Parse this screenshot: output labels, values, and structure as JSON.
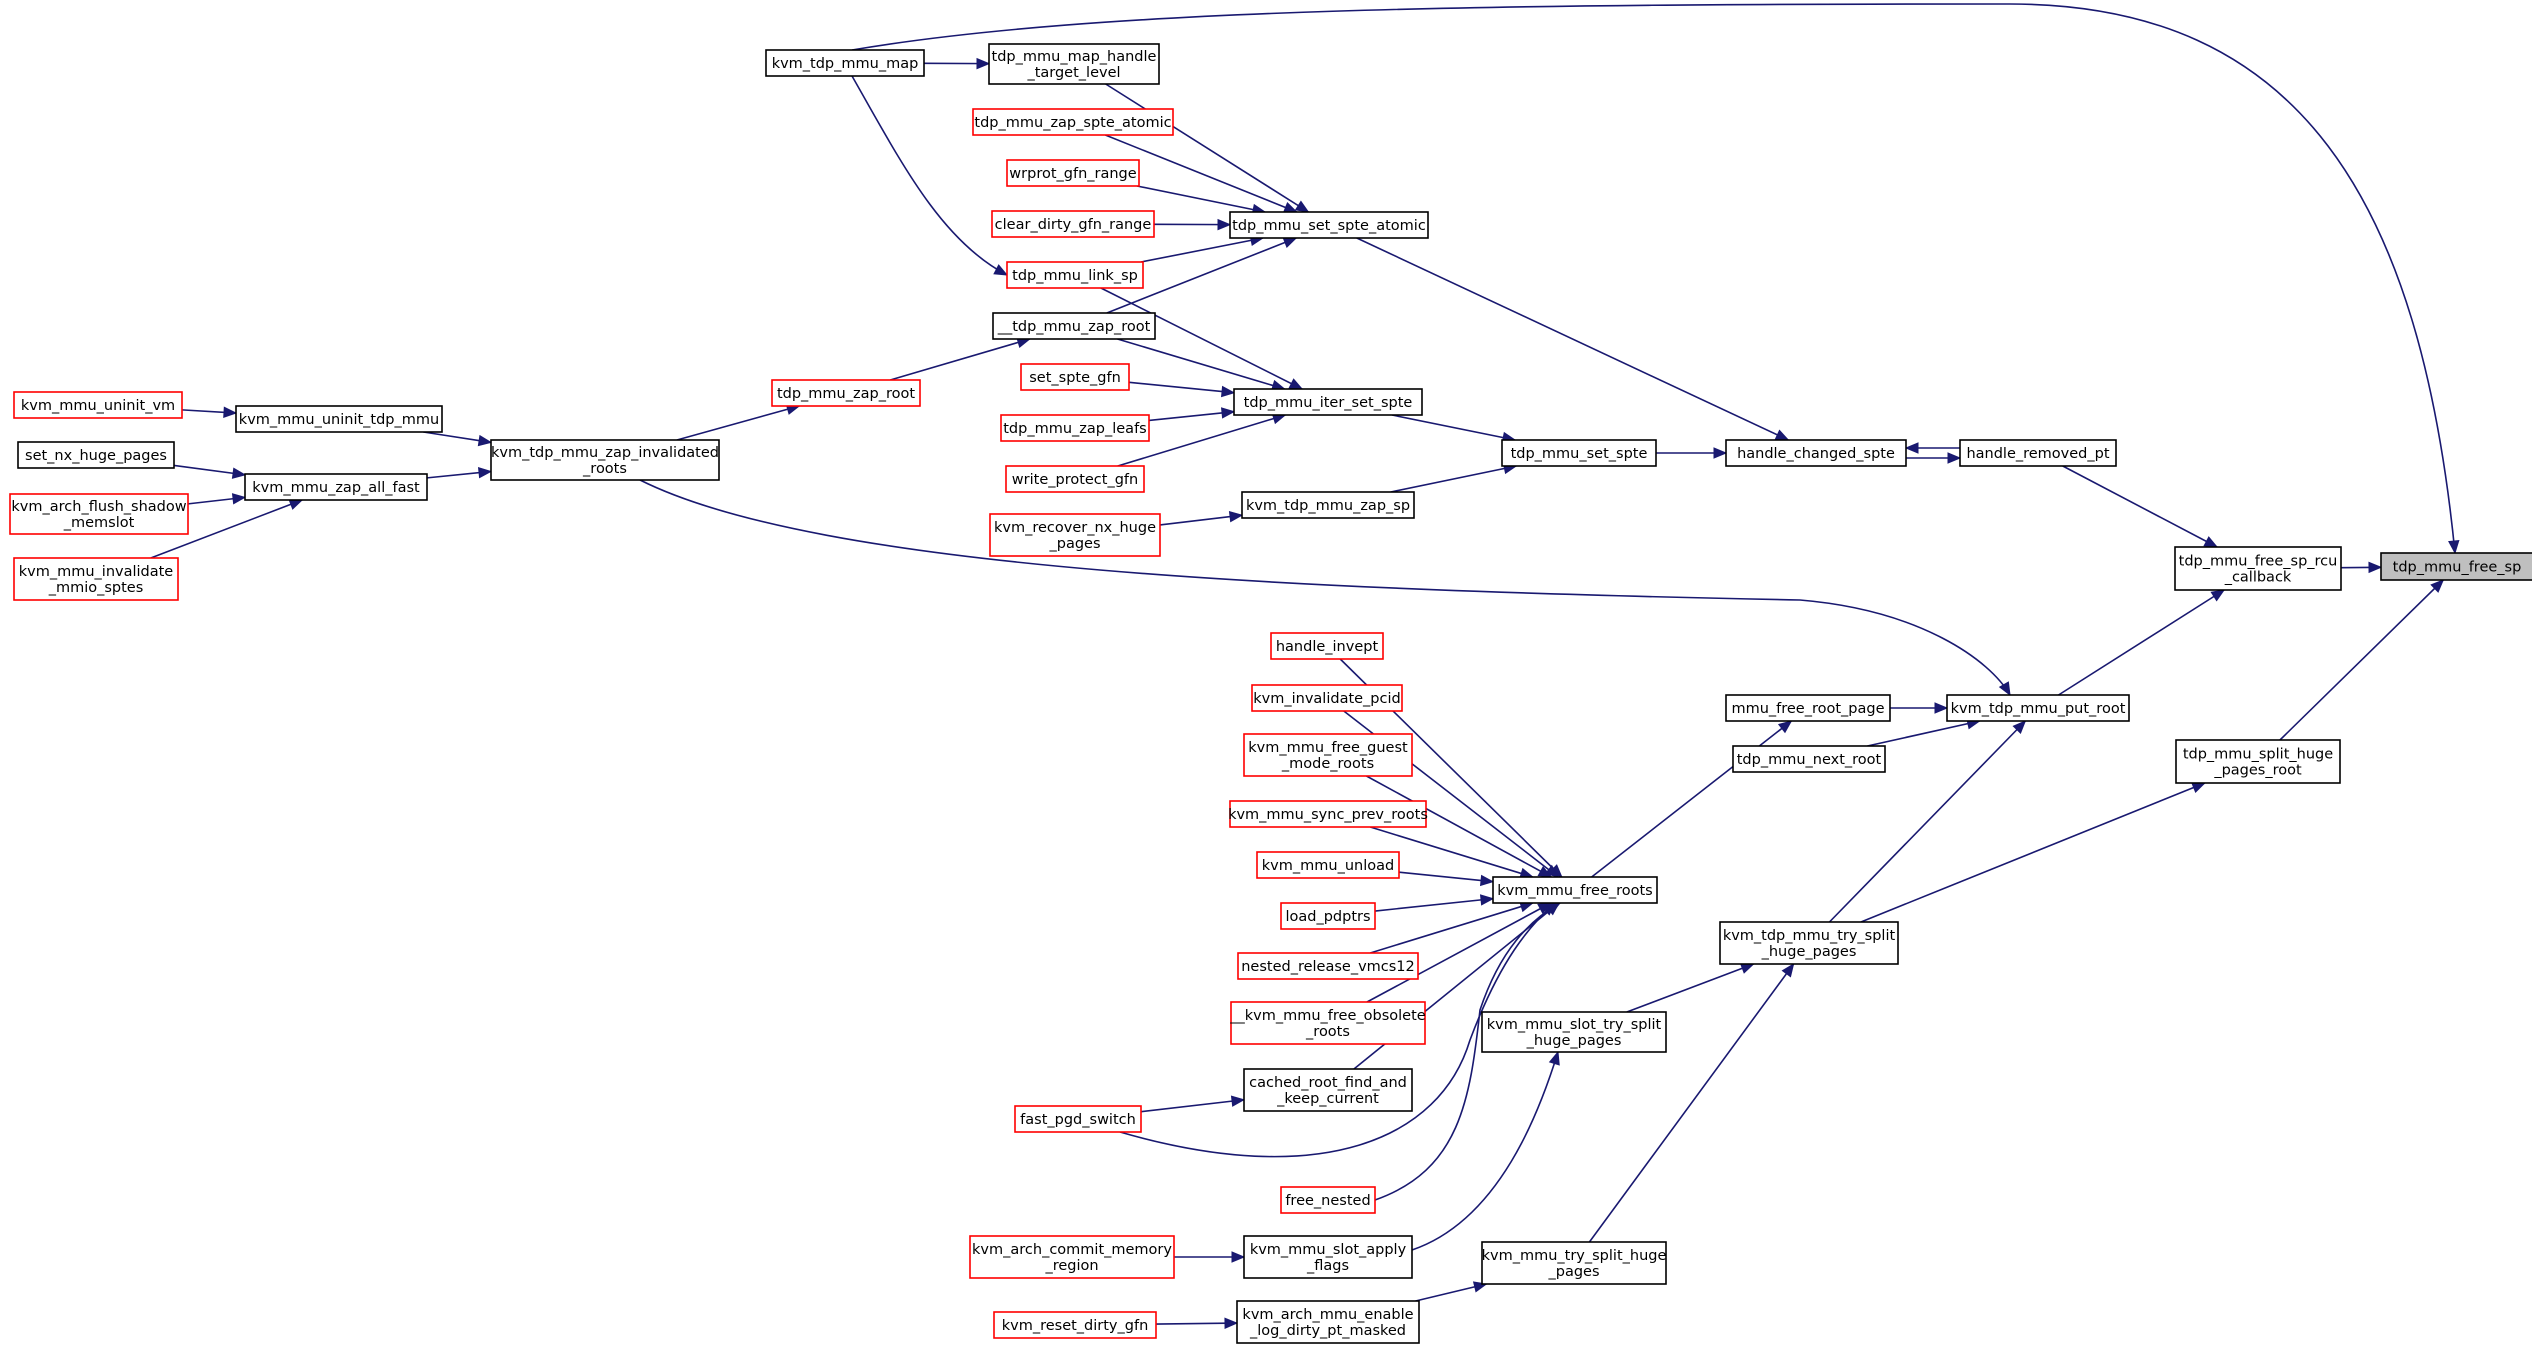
{
  "title": "tdp_mmu_free_sp",
  "colors": {
    "edge": "#191970",
    "node_border": "#000000",
    "node_border_truncated": "#ff0000",
    "selected_fill": "#bfbfbf",
    "node_fill": "#ffffff"
  },
  "nodes": [
    {
      "id": "tdp_mmu_free_sp",
      "lines": [
        "tdp_mmu_free_sp"
      ],
      "style": "selected"
    },
    {
      "id": "tdp_mmu_free_sp_rcu_callback",
      "lines": [
        "tdp_mmu_free_sp_rcu",
        "_callback"
      ],
      "style": "normal"
    },
    {
      "id": "tdp_mmu_split_huge_pages_root",
      "lines": [
        "tdp_mmu_split_huge",
        "_pages_root"
      ],
      "style": "normal"
    },
    {
      "id": "kvm_tdp_mmu_map",
      "lines": [
        "kvm_tdp_mmu_map"
      ],
      "style": "normal"
    },
    {
      "id": "handle_removed_pt",
      "lines": [
        "handle_removed_pt"
      ],
      "style": "normal"
    },
    {
      "id": "kvm_tdp_mmu_put_root",
      "lines": [
        "kvm_tdp_mmu_put_root"
      ],
      "style": "normal"
    },
    {
      "id": "handle_changed_spte",
      "lines": [
        "handle_changed_spte"
      ],
      "style": "normal"
    },
    {
      "id": "tdp_mmu_set_spte",
      "lines": [
        "tdp_mmu_set_spte"
      ],
      "style": "normal"
    },
    {
      "id": "tdp_mmu_set_spte_atomic",
      "lines": [
        "tdp_mmu_set_spte_atomic"
      ],
      "style": "normal"
    },
    {
      "id": "tdp_mmu_iter_set_spte",
      "lines": [
        "tdp_mmu_iter_set_spte"
      ],
      "style": "normal"
    },
    {
      "id": "kvm_tdp_mmu_zap_sp",
      "lines": [
        "kvm_tdp_mmu_zap_sp"
      ],
      "style": "normal"
    },
    {
      "id": "tdp_mmu_map_handle_target_level",
      "lines": [
        "tdp_mmu_map_handle",
        "_target_level"
      ],
      "style": "normal"
    },
    {
      "id": "tdp_mmu_zap_spte_atomic",
      "lines": [
        "tdp_mmu_zap_spte_atomic"
      ],
      "style": "truncated"
    },
    {
      "id": "wrprot_gfn_range",
      "lines": [
        "wrprot_gfn_range"
      ],
      "style": "truncated"
    },
    {
      "id": "clear_dirty_gfn_range",
      "lines": [
        "clear_dirty_gfn_range"
      ],
      "style": "truncated"
    },
    {
      "id": "tdp_mmu_link_sp",
      "lines": [
        "tdp_mmu_link_sp"
      ],
      "style": "truncated"
    },
    {
      "id": "__tdp_mmu_zap_root",
      "lines": [
        "__tdp_mmu_zap_root"
      ],
      "style": "normal"
    },
    {
      "id": "set_spte_gfn",
      "lines": [
        "set_spte_gfn"
      ],
      "style": "truncated"
    },
    {
      "id": "tdp_mmu_zap_leafs",
      "lines": [
        "tdp_mmu_zap_leafs"
      ],
      "style": "truncated"
    },
    {
      "id": "write_protect_gfn",
      "lines": [
        "write_protect_gfn"
      ],
      "style": "truncated"
    },
    {
      "id": "kvm_recover_nx_huge_pages",
      "lines": [
        "kvm_recover_nx_huge",
        "_pages"
      ],
      "style": "truncated"
    },
    {
      "id": "tdp_mmu_zap_root",
      "lines": [
        "tdp_mmu_zap_root"
      ],
      "style": "truncated"
    },
    {
      "id": "kvm_tdp_mmu_zap_invalidated_roots",
      "lines": [
        "kvm_tdp_mmu_zap_invalidated",
        "_roots"
      ],
      "style": "normal"
    },
    {
      "id": "kvm_mmu_uninit_tdp_mmu",
      "lines": [
        "kvm_mmu_uninit_tdp_mmu"
      ],
      "style": "normal"
    },
    {
      "id": "kvm_mmu_zap_all_fast",
      "lines": [
        "kvm_mmu_zap_all_fast"
      ],
      "style": "normal"
    },
    {
      "id": "kvm_mmu_uninit_vm",
      "lines": [
        "kvm_mmu_uninit_vm"
      ],
      "style": "truncated"
    },
    {
      "id": "set_nx_huge_pages",
      "lines": [
        "set_nx_huge_pages"
      ],
      "style": "normal"
    },
    {
      "id": "kvm_arch_flush_shadow_memslot",
      "lines": [
        "kvm_arch_flush_shadow",
        "_memslot"
      ],
      "style": "truncated"
    },
    {
      "id": "kvm_mmu_invalidate_mmio_sptes",
      "lines": [
        "kvm_mmu_invalidate",
        "_mmio_sptes"
      ],
      "style": "truncated"
    },
    {
      "id": "mmu_free_root_page",
      "lines": [
        "mmu_free_root_page"
      ],
      "style": "normal"
    },
    {
      "id": "tdp_mmu_next_root",
      "lines": [
        "tdp_mmu_next_root"
      ],
      "style": "normal"
    },
    {
      "id": "kvm_tdp_mmu_try_split_huge_pages",
      "lines": [
        "kvm_tdp_mmu_try_split",
        "_huge_pages"
      ],
      "style": "normal"
    },
    {
      "id": "kvm_mmu_free_roots",
      "lines": [
        "kvm_mmu_free_roots"
      ],
      "style": "normal"
    },
    {
      "id": "kvm_mmu_slot_try_split_huge_pages",
      "lines": [
        "kvm_mmu_slot_try_split",
        "_huge_pages"
      ],
      "style": "normal"
    },
    {
      "id": "kvm_mmu_try_split_huge_pages",
      "lines": [
        "kvm_mmu_try_split_huge",
        "_pages"
      ],
      "style": "normal"
    },
    {
      "id": "handle_invept",
      "lines": [
        "handle_invept"
      ],
      "style": "truncated"
    },
    {
      "id": "kvm_invalidate_pcid",
      "lines": [
        "kvm_invalidate_pcid"
      ],
      "style": "truncated"
    },
    {
      "id": "kvm_mmu_free_guest_mode_roots",
      "lines": [
        "kvm_mmu_free_guest",
        "_mode_roots"
      ],
      "style": "truncated"
    },
    {
      "id": "kvm_mmu_sync_prev_roots",
      "lines": [
        "kvm_mmu_sync_prev_roots"
      ],
      "style": "truncated"
    },
    {
      "id": "kvm_mmu_unload",
      "lines": [
        "kvm_mmu_unload"
      ],
      "style": "truncated"
    },
    {
      "id": "load_pdptrs",
      "lines": [
        "load_pdptrs"
      ],
      "style": "truncated"
    },
    {
      "id": "nested_release_vmcs12",
      "lines": [
        "nested_release_vmcs12"
      ],
      "style": "truncated"
    },
    {
      "id": "__kvm_mmu_free_obsolete_roots",
      "lines": [
        "__kvm_mmu_free_obsolete",
        "_roots"
      ],
      "style": "truncated"
    },
    {
      "id": "cached_root_find_and_keep_current",
      "lines": [
        "cached_root_find_and",
        "_keep_current"
      ],
      "style": "normal"
    },
    {
      "id": "fast_pgd_switch",
      "lines": [
        "fast_pgd_switch"
      ],
      "style": "truncated"
    },
    {
      "id": "free_nested",
      "lines": [
        "free_nested"
      ],
      "style": "truncated"
    },
    {
      "id": "kvm_mmu_slot_apply_flags",
      "lines": [
        "kvm_mmu_slot_apply",
        "_flags"
      ],
      "style": "normal"
    },
    {
      "id": "kvm_arch_commit_memory_region",
      "lines": [
        "kvm_arch_commit_memory",
        "_region"
      ],
      "style": "truncated"
    },
    {
      "id": "kvm_arch_mmu_enable_log_dirty_pt_masked",
      "lines": [
        "kvm_arch_mmu_enable",
        "_log_dirty_pt_masked"
      ],
      "style": "normal"
    },
    {
      "id": "kvm_reset_dirty_gfn",
      "lines": [
        "kvm_reset_dirty_gfn"
      ],
      "style": "truncated"
    }
  ],
  "edges": [
    [
      "tdp_mmu_free_sp_rcu_callback",
      "tdp_mmu_free_sp"
    ],
    [
      "kvm_tdp_mmu_map",
      "tdp_mmu_free_sp"
    ],
    [
      "tdp_mmu_split_huge_pages_root",
      "tdp_mmu_free_sp"
    ],
    [
      "handle_removed_pt",
      "tdp_mmu_free_sp_rcu_callback"
    ],
    [
      "kvm_tdp_mmu_put_root",
      "tdp_mmu_free_sp_rcu_callback"
    ],
    [
      "handle_changed_spte",
      "handle_removed_pt"
    ],
    [
      "handle_removed_pt",
      "handle_changed_spte"
    ],
    [
      "tdp_mmu_set_spte",
      "handle_changed_spte"
    ],
    [
      "tdp_mmu_set_spte_atomic",
      "handle_changed_spte"
    ],
    [
      "tdp_mmu_iter_set_spte",
      "tdp_mmu_set_spte"
    ],
    [
      "kvm_tdp_mmu_zap_sp",
      "tdp_mmu_set_spte"
    ],
    [
      "kvm_tdp_mmu_map",
      "tdp_mmu_map_handle_target_level"
    ],
    [
      "kvm_tdp_mmu_map",
      "tdp_mmu_link_sp"
    ],
    [
      "tdp_mmu_map_handle_target_level",
      "tdp_mmu_set_spte_atomic"
    ],
    [
      "tdp_mmu_zap_spte_atomic",
      "tdp_mmu_set_spte_atomic"
    ],
    [
      "wrprot_gfn_range",
      "tdp_mmu_set_spte_atomic"
    ],
    [
      "clear_dirty_gfn_range",
      "tdp_mmu_set_spte_atomic"
    ],
    [
      "tdp_mmu_link_sp",
      "tdp_mmu_set_spte_atomic"
    ],
    [
      "__tdp_mmu_zap_root",
      "tdp_mmu_set_spte_atomic"
    ],
    [
      "tdp_mmu_link_sp",
      "tdp_mmu_iter_set_spte"
    ],
    [
      "__tdp_mmu_zap_root",
      "tdp_mmu_iter_set_spte"
    ],
    [
      "set_spte_gfn",
      "tdp_mmu_iter_set_spte"
    ],
    [
      "tdp_mmu_zap_leafs",
      "tdp_mmu_iter_set_spte"
    ],
    [
      "write_protect_gfn",
      "tdp_mmu_iter_set_spte"
    ],
    [
      "kvm_recover_nx_huge_pages",
      "kvm_tdp_mmu_zap_sp"
    ],
    [
      "tdp_mmu_zap_root",
      "__tdp_mmu_zap_root"
    ],
    [
      "kvm_tdp_mmu_zap_invalidated_roots",
      "tdp_mmu_zap_root"
    ],
    [
      "kvm_mmu_uninit_tdp_mmu",
      "kvm_tdp_mmu_zap_invalidated_roots"
    ],
    [
      "kvm_mmu_zap_all_fast",
      "kvm_tdp_mmu_zap_invalidated_roots"
    ],
    [
      "kvm_mmu_uninit_vm",
      "kvm_mmu_uninit_tdp_mmu"
    ],
    [
      "set_nx_huge_pages",
      "kvm_mmu_zap_all_fast"
    ],
    [
      "kvm_arch_flush_shadow_memslot",
      "kvm_mmu_zap_all_fast"
    ],
    [
      "kvm_mmu_invalidate_mmio_sptes",
      "kvm_mmu_zap_all_fast"
    ],
    [
      "kvm_tdp_mmu_zap_invalidated_roots",
      "kvm_tdp_mmu_put_root"
    ],
    [
      "mmu_free_root_page",
      "kvm_tdp_mmu_put_root"
    ],
    [
      "tdp_mmu_next_root",
      "kvm_tdp_mmu_put_root"
    ],
    [
      "kvm_tdp_mmu_try_split_huge_pages",
      "kvm_tdp_mmu_put_root"
    ],
    [
      "kvm_tdp_mmu_try_split_huge_pages",
      "tdp_mmu_split_huge_pages_root"
    ],
    [
      "kvm_mmu_free_roots",
      "mmu_free_root_page"
    ],
    [
      "kvm_mmu_slot_try_split_huge_pages",
      "kvm_tdp_mmu_try_split_huge_pages"
    ],
    [
      "kvm_mmu_try_split_huge_pages",
      "kvm_tdp_mmu_try_split_huge_pages"
    ],
    [
      "handle_invept",
      "kvm_mmu_free_roots"
    ],
    [
      "kvm_invalidate_pcid",
      "kvm_mmu_free_roots"
    ],
    [
      "kvm_mmu_free_guest_mode_roots",
      "kvm_mmu_free_roots"
    ],
    [
      "kvm_mmu_sync_prev_roots",
      "kvm_mmu_free_roots"
    ],
    [
      "kvm_mmu_unload",
      "kvm_mmu_free_roots"
    ],
    [
      "load_pdptrs",
      "kvm_mmu_free_roots"
    ],
    [
      "nested_release_vmcs12",
      "kvm_mmu_free_roots"
    ],
    [
      "__kvm_mmu_free_obsolete_roots",
      "kvm_mmu_free_roots"
    ],
    [
      "cached_root_find_and_keep_current",
      "kvm_mmu_free_roots"
    ],
    [
      "fast_pgd_switch",
      "kvm_mmu_free_roots"
    ],
    [
      "free_nested",
      "kvm_mmu_free_roots"
    ],
    [
      "fast_pgd_switch",
      "cached_root_find_and_keep_current"
    ],
    [
      "kvm_mmu_slot_apply_flags",
      "kvm_mmu_slot_try_split_huge_pages"
    ],
    [
      "kvm_arch_commit_memory_region",
      "kvm_mmu_slot_apply_flags"
    ],
    [
      "kvm_arch_mmu_enable_log_dirty_pt_masked",
      "kvm_mmu_try_split_huge_pages"
    ],
    [
      "kvm_reset_dirty_gfn",
      "kvm_arch_mmu_enable_log_dirty_pt_masked"
    ]
  ]
}
